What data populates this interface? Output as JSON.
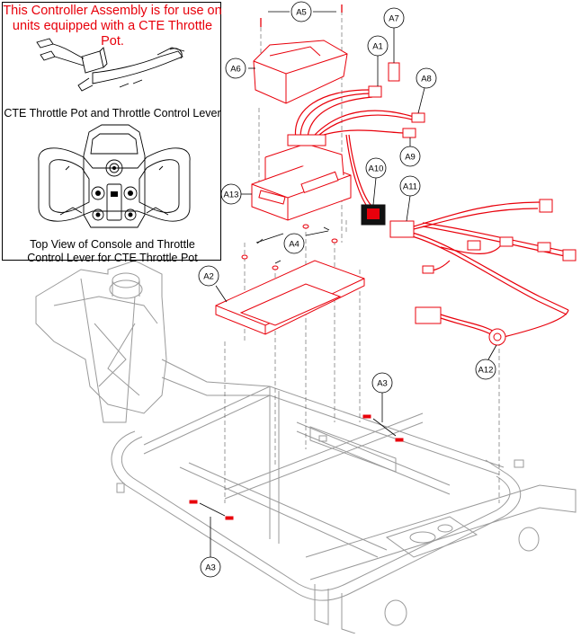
{
  "inset": {
    "note_line1": "This Controller Assembly is for use on",
    "note_line2": "units equipped with a CTE Throttle Pot.",
    "caption_top": "CTE Throttle Pot and Throttle Control Lever",
    "caption_bottom_line1": "Top View of Console and Throttle",
    "caption_bottom_line2": "Control Lever for CTE Throttle Pot"
  },
  "callouts": {
    "a1": "A1",
    "a2": "A2",
    "a3_upper": "A3",
    "a3_lower": "A3",
    "a4": "A4",
    "a5": "A5",
    "a6": "A6",
    "a7": "A7",
    "a8": "A8",
    "a9": "A9",
    "a10": "A10",
    "a11": "A11",
    "a12": "A12",
    "a13": "A13"
  },
  "colors": {
    "highlight": "#e8000b",
    "frame": "#9a9a9a",
    "ink": "#000000"
  }
}
